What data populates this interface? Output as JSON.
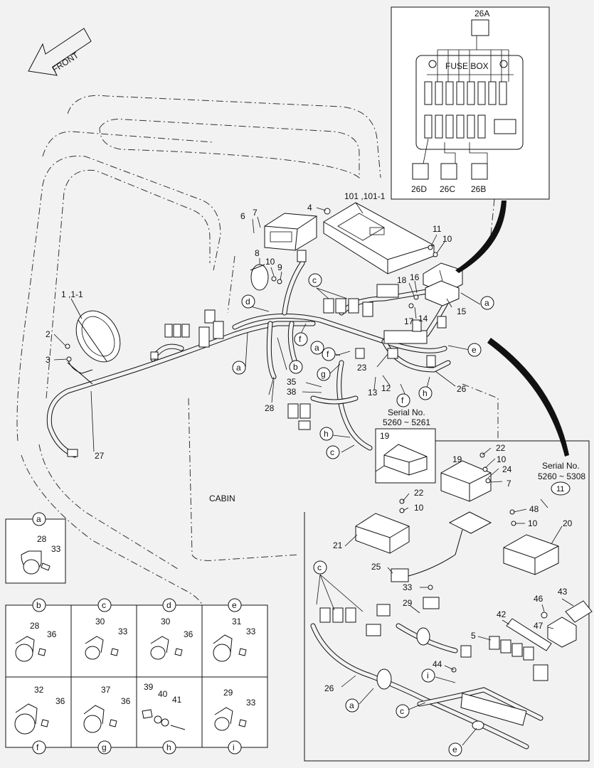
{
  "front_arrow": "FRONT",
  "cabin_label": "CABIN",
  "fuse_box": {
    "title": "FUSE BOX",
    "label_26A": "26A",
    "label_26B": "26B",
    "label_26C": "26C",
    "label_26D": "26D"
  },
  "serial_1": "Serial No.\n5260 ~ 5261",
  "serial_1_line1": "Serial No.",
  "serial_1_line2": "5260 ~ 5261",
  "serial_2_line1": "Serial No.",
  "serial_2_line2": "5260 ~ 5308",
  "circle_letters": {
    "a": "a",
    "b": "b",
    "c": "c",
    "d": "d",
    "e": "e",
    "f": "f",
    "g": "g",
    "h": "h",
    "i": "i"
  },
  "parts": {
    "p1": "1 ,1-1",
    "p2": "2",
    "p3": "3",
    "p4": "4",
    "p5": "5",
    "p6": "6",
    "p7": "7",
    "p8": "8",
    "p9": "9",
    "p10": "10",
    "p11": "11",
    "p12": "12",
    "p13": "13",
    "p14": "14",
    "p15": "15",
    "p16": "16",
    "p17": "17",
    "p18": "18",
    "p19": "19",
    "p20": "20",
    "p21": "21",
    "p22": "22",
    "p23": "23",
    "p24": "24",
    "p25": "25",
    "p26": "26",
    "p27": "27",
    "p28": "28",
    "p29": "29",
    "p30": "30",
    "p31": "31",
    "p32": "32",
    "p33": "33",
    "p35": "35",
    "p36": "36",
    "p37": "37",
    "p38": "38",
    "p39": "39",
    "p40": "40",
    "p41": "41",
    "p42": "42",
    "p43": "43",
    "p44": "44",
    "p46": "46",
    "p47": "47",
    "p48": "48",
    "p101": "101 ,101-1"
  }
}
